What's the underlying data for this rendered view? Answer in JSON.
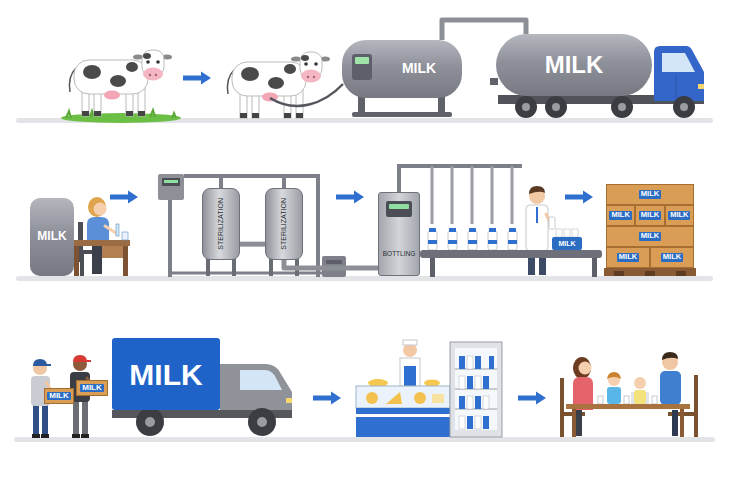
{
  "diagram": {
    "nodes": [
      {
        "text": [
          "MILK"
        ]
      },
      {
        "text": [
          "MILK"
        ]
      },
      {
        "text": [
          "MILK"
        ]
      },
      {
        "text": [
          "STERILIZATION"
        ]
      },
      {
        "text": [
          "STERILIZATION"
        ]
      },
      {
        "text": [
          "BOTTLING"
        ]
      },
      {
        "text": [
          "MILK"
        ]
      },
      {
        "text": [
          "MILK"
        ]
      },
      {
        "text": [
          "MILK"
        ]
      },
      {
        "text": [
          "MILK"
        ]
      },
      {
        "text": [
          "MILK"
        ]
      },
      {
        "text": [
          "MILK"
        ]
      },
      {
        "text": [
          "MILK"
        ]
      },
      {
        "text": [
          "MILK"
        ]
      },
      {
        "text": [
          "MILK"
        ]
      },
      {
        "text": [
          "MILK"
        ]
      },
      {
        "text": [
          "MILK"
        ]
      }
    ],
    "edges": [
      {
        "from": 0,
        "to": 1,
        "arrow": "none"
      },
      {
        "from": 3,
        "to": 4,
        "arrow": "none"
      },
      {
        "from": 4,
        "to": 5,
        "arrow": "none"
      }
    ]
  }
}
